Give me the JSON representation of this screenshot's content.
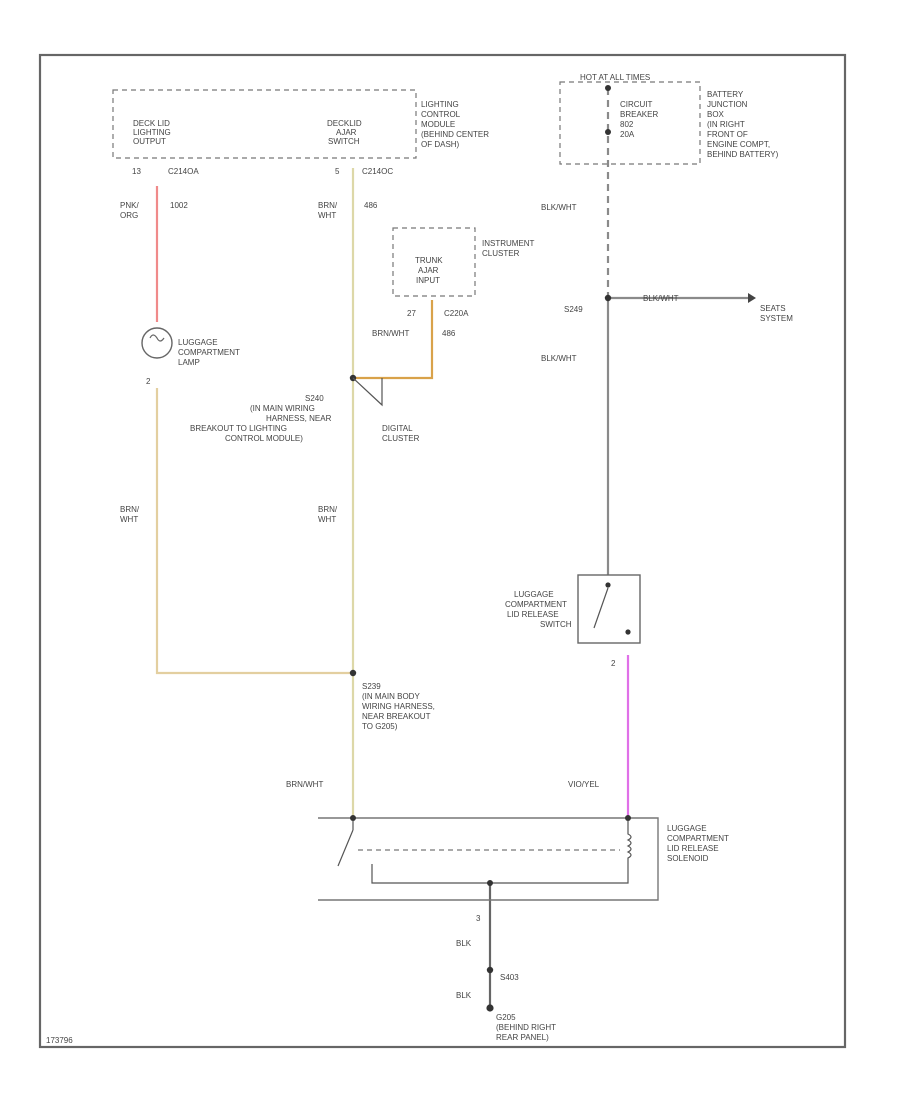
{
  "colors": {
    "pink_org": "#f08a8a",
    "brn_wht": "#ddd8a8",
    "brn_wht_loop": "#e3cfa0",
    "brn_org": "#d9a24a",
    "blk_wht": "#8a8a8a",
    "violet_yel": "#e070e8",
    "blk": "#666666",
    "frame": "#666666"
  },
  "modules": {
    "lighting_control": {
      "name": "LIGHTING CONTROL MODULE (BEHIND CENTER OF DASH)",
      "lines": [
        "LIGHTING",
        "CONTROL",
        "MODULE",
        "(BEHIND CENTER",
        "OF DASH)"
      ],
      "left_output": [
        "DECK LID",
        "LIGHTING",
        "OUTPUT"
      ],
      "right_output": [
        "DECKLID",
        "AJAR",
        "SWITCH"
      ]
    },
    "battery_jb": {
      "header": "HOT AT ALL TIMES",
      "breaker": [
        "CIRCUIT",
        "BREAKER",
        "802",
        "20A"
      ],
      "lines": [
        "BATTERY",
        "JUNCTION",
        "BOX",
        "(IN RIGHT",
        "FRONT OF",
        "ENGINE COMPT,",
        "BEHIND BATTERY)"
      ]
    },
    "instrument_cluster": {
      "inner": [
        "TRUNK",
        "AJAR",
        "INPUT"
      ],
      "lines": [
        "INSTRUMENT",
        "CLUSTER"
      ]
    },
    "digital_cluster": [
      "DIGITAL",
      "CLUSTER"
    ]
  },
  "pins": {
    "lcm_left_pin": "13",
    "lcm_left_conn": "C214OA",
    "lcm_right_pin": "5",
    "lcm_right_conn": "C214OC",
    "ic_pin": "27",
    "ic_conn": "C220A",
    "lamp_pin": "2",
    "switch_pin": "2",
    "solenoid_pin": "3"
  },
  "wires": {
    "pink_org": [
      "PNK/",
      "ORG"
    ],
    "pink_org_circuit": "1002",
    "brn_wht_top": [
      "BRN/",
      "WHT"
    ],
    "brn_wht_top_circuit": "486",
    "brn_org": "BRN/WHT",
    "brn_org_circuit": "486",
    "blk_wht_top": "BLK/WHT",
    "blk_wht_mid": "BLK/WHT",
    "blk_wht_seats": "BLK/WHT",
    "brn_wht_left": [
      "BRN/",
      "WHT"
    ],
    "brn_wht_center": [
      "BRN/",
      "WHT"
    ],
    "brn_wht_bottom": "BRN/WHT",
    "violet_yel": "VIO/YEL",
    "blk_1": "BLK",
    "blk_2": "BLK"
  },
  "splices": {
    "s240": [
      "S240",
      "(IN MAIN WIRING",
      "HARNESS, NEAR",
      "BREAKOUT TO LIGHTING",
      "CONTROL MODULE)"
    ],
    "s239": [
      "S239",
      "(IN MAIN BODY",
      "WIRING HARNESS,",
      "NEAR BREAKOUT",
      "TO G205)"
    ],
    "s249": "S249",
    "s403": "S403"
  },
  "components": {
    "lamp": [
      "LUGGAGE",
      "COMPARTMENT",
      "LAMP"
    ],
    "lid_switch": [
      "LUGGAGE",
      "COMPARTMENT",
      "LID RELEASE",
      "SWITCH"
    ],
    "solenoid": [
      "LUGGAGE",
      "COMPARTMENT",
      "LID RELEASE",
      "SOLENOID"
    ],
    "seats_system": [
      "SEATS",
      "SYSTEM"
    ]
  },
  "ground": [
    "G205",
    "(BEHIND RIGHT",
    "REAR PANEL)"
  ],
  "figure_code": "173796"
}
